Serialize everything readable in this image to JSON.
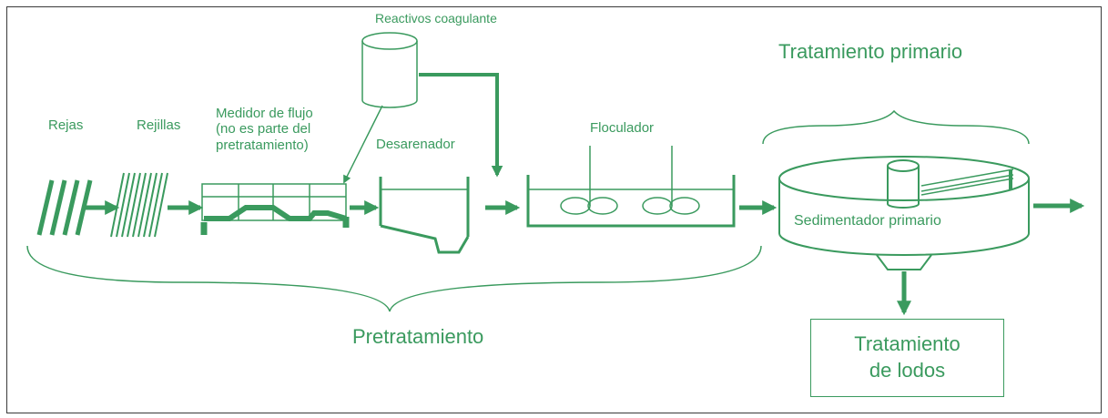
{
  "colors": {
    "accent": "#3a9a5e",
    "frame": "#3a3a3a"
  },
  "labels": {
    "reactivos": "Reactivos coagulante",
    "rejas": "Rejas",
    "rejillas": "Rejillas",
    "medidor": "Medidor de flujo\n(no es parte del\npretratamiento)",
    "desarenador": "Desarenador",
    "floculador": "Floculador",
    "sedimentador": "Sedimentador primario",
    "tratamiento_primario": "Tratamiento primario",
    "pretratamiento": "Pretratamiento",
    "tratamiento_lodos": "Tratamiento\nde lodos"
  }
}
